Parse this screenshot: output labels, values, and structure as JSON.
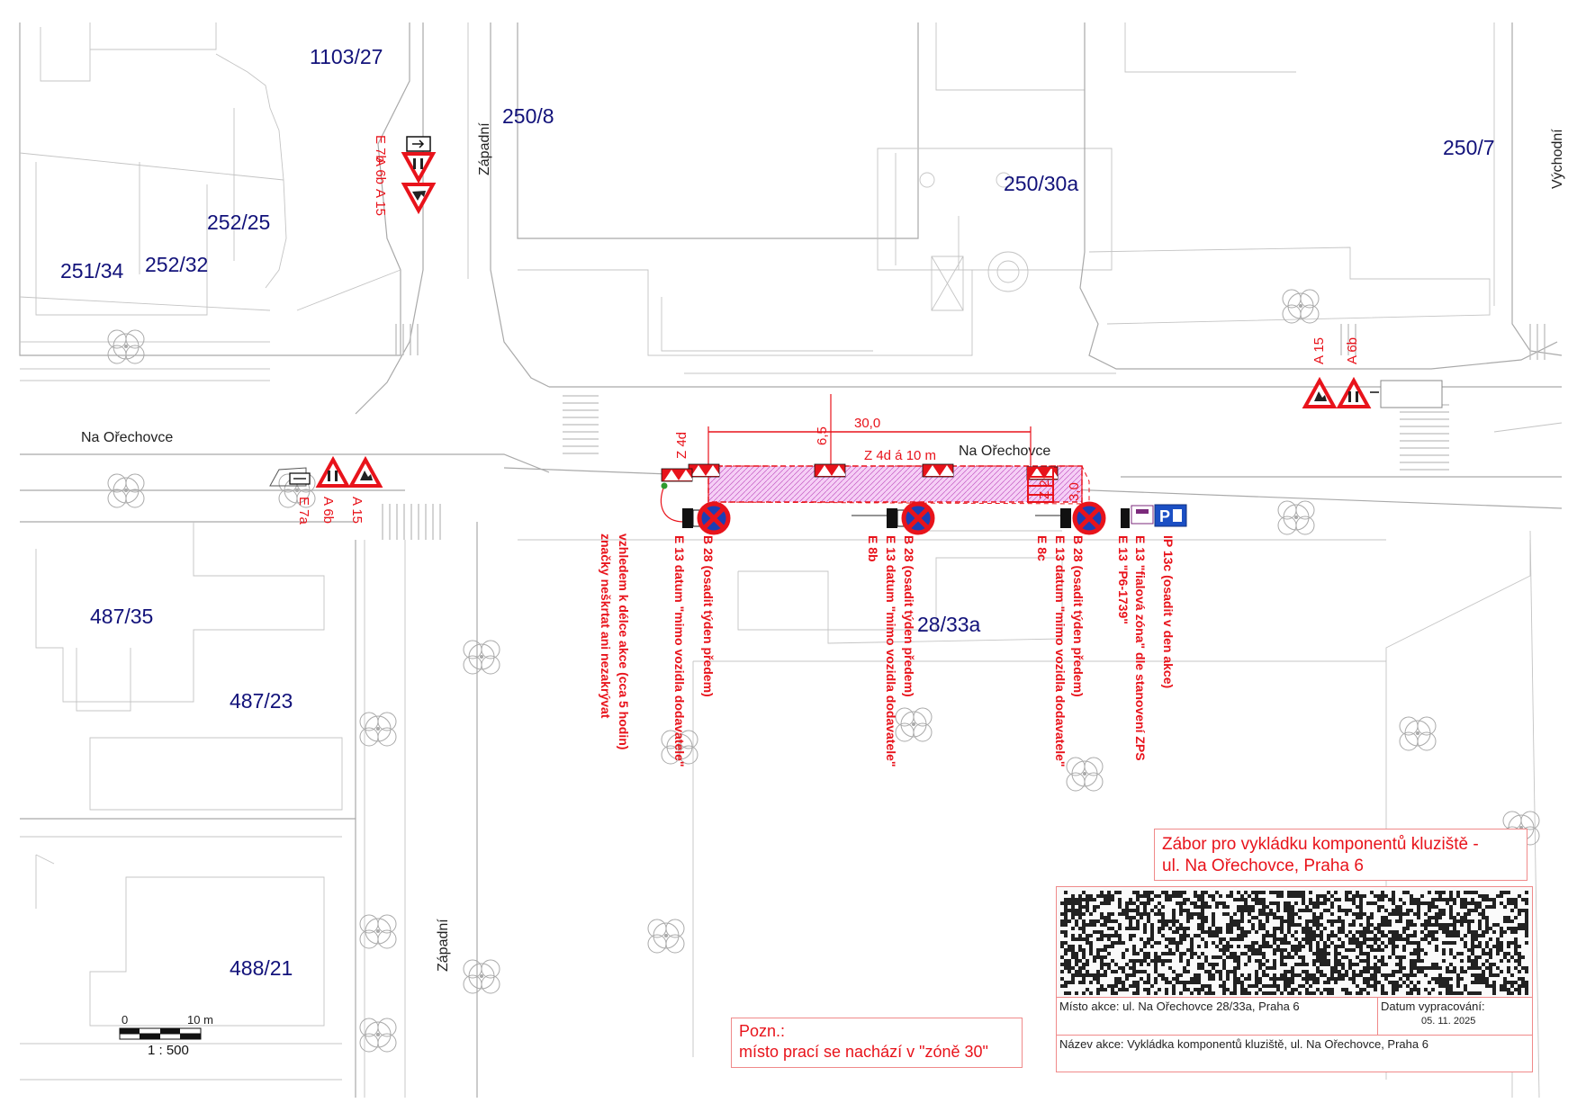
{
  "parcels": [
    "1103/27",
    "250/8",
    "250/7",
    "250/30a",
    "252/25",
    "251/34",
    "252/32",
    "487/35",
    "487/23",
    "28/33a",
    "488/21"
  ],
  "streets": {
    "na_orechovce_west": "Na Ořechovce",
    "na_orechovce_main": "Na Ořechovce",
    "zapadni_north": "Západní",
    "zapadni_south": "Západní",
    "vychodni": "Východní"
  },
  "signs_nw": {
    "e7b": "E 7b",
    "a6b": "A 6b",
    "a15": "A 15"
  },
  "signs_w": {
    "e7a": "E 7a",
    "a6b": "A 6b",
    "a15": "A 15"
  },
  "signs_ne": {
    "a15": "A 15",
    "a6b": "A 6b"
  },
  "zone": {
    "z4d_left": "Z 4d",
    "z4d_spacing": "Z 4d á 10 m",
    "z2": "Z 2",
    "length": "30,0",
    "offset": "6,5",
    "width": "3,0"
  },
  "notes": {
    "label_1": "vzhledem k délce akce (cca 5 hodin)",
    "label_2": "značky neškrtat ani nezakrývat",
    "sign_group_1": [
      "E 13 datum \"mimo vozidla dodavatele\"",
      "B 28 (osadit týden předem)"
    ],
    "sign_group_2": [
      "E 8b",
      "E 13 datum \"mimo vozidla dodavatele\"",
      "B 28 (osadit týden předem)"
    ],
    "sign_group_3": [
      "E 8c",
      "E 13 datum \"mimo vozidla dodavatele\"",
      "B 28 (osadit týden předem)"
    ],
    "sign_group_4": [
      "E 13 \"P6-1739\"",
      "E 13 \"fialová zóna\" dle stanovení ZPS",
      "IP 13c (osadit v den akce)"
    ]
  },
  "scale": {
    "zero": "0",
    "ten": "10 m",
    "ratio": "1 : 500"
  },
  "pozn": {
    "title": "Pozn.:",
    "text": "místo prací se nachází v \"zóně 30\""
  },
  "title_box": {
    "line1": "Zábor pro vykládku komponentů kluziště -",
    "line2": "ul. Na Ořechovce, Praha 6"
  },
  "title_block": {
    "misto": "Místo akce: ul. Na Ořechovce 28/33a, Praha 6",
    "datum_label": "Datum vypracování:",
    "datum": "05. 11. 2025",
    "nazev": "Název akce: Vykládka komponentů kluziště, ul. Na Ořechovce, Praha 6"
  },
  "colors": {
    "red": "#e8131b",
    "parcel_blue": "#12127a",
    "zone_fill": "#f2b8f2",
    "ip_blue": "#1b4fc4"
  }
}
